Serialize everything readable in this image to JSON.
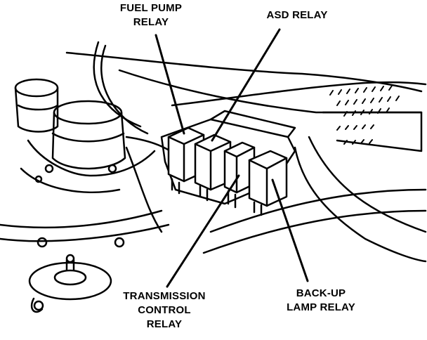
{
  "labels": {
    "fuel_pump_relay": [
      "FUEL PUMP",
      "RELAY"
    ],
    "asd_relay": [
      "ASD RELAY"
    ],
    "transmission_control_relay": [
      "TRANSMISSION",
      "CONTROL",
      "RELAY"
    ],
    "backup_lamp_relay": [
      "BACK-UP",
      "LAMP RELAY"
    ]
  },
  "colors": {
    "ink": "#000000",
    "paper": "#ffffff"
  }
}
